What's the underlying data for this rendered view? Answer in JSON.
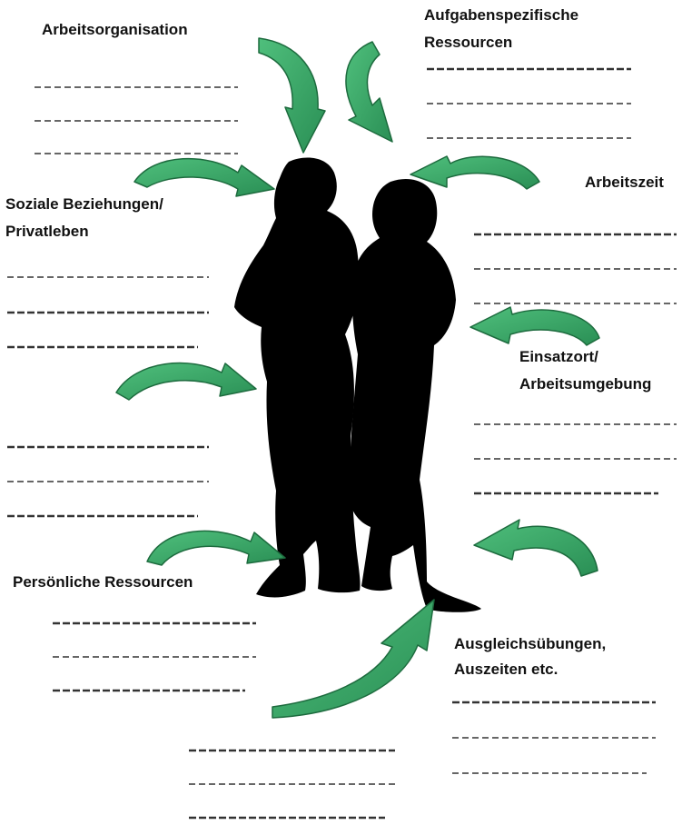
{
  "colors": {
    "silhouette": "#000000",
    "arrow_fill": "#3aa86a",
    "arrow_stroke": "#1d6b3e",
    "line": "#333333"
  },
  "labels": {
    "arbeitsorganisation": "Arbeitsorganisation",
    "aufgaben_line1": "Aufgabenspezifische",
    "aufgaben_line2": "Ressourcen",
    "arbeitszeit": "Arbeitszeit",
    "soziale_line1": "Soziale Beziehungen/",
    "soziale_line2": "Privatleben",
    "einsatzort_line1": "Einsatzort/",
    "einsatzort_line2": "Arbeitsumgebung",
    "persoenliche": "Persönliche Ressourcen",
    "ausgleich_line1": "Ausgleichsübungen,",
    "ausgleich_line2": "Auszeiten etc."
  },
  "icons": {
    "figures": "man-and-woman-silhouette-icon",
    "arrow": "curved-arrow-icon"
  }
}
